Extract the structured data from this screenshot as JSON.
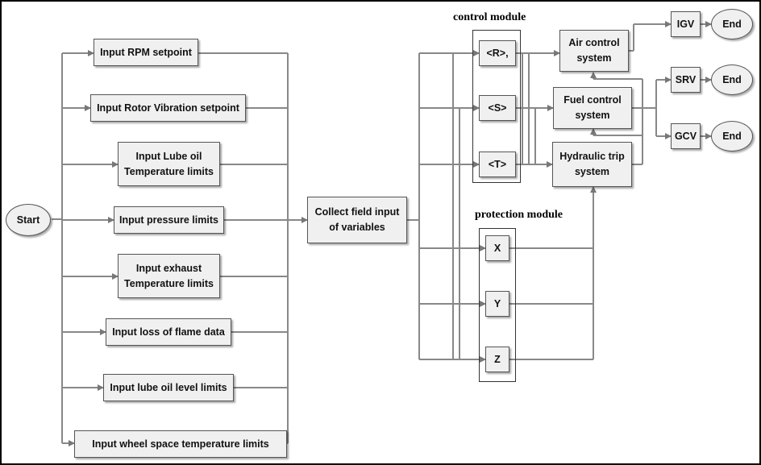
{
  "start": "Start",
  "inputs": [
    "Input RPM setpoint",
    "Input Rotor Vibration setpoint",
    "Input Lube oil\nTemperature limits",
    "Input pressure limits",
    "Input exhaust\nTemperature limits",
    "Input loss of flame data",
    "Input lube oil level limits",
    "Input wheel space temperature limits"
  ],
  "collect": "Collect field input\nof variables",
  "control_module": {
    "title": "control module",
    "items": [
      "<R>,",
      "<S>",
      "<T>"
    ]
  },
  "protection_module": {
    "title": "protection module",
    "items": [
      "X",
      "Y",
      "Z"
    ]
  },
  "systems": {
    "air": "Air control\nsystem",
    "fuel": "Fuel control\nsystem",
    "hydraulic": "Hydraulic trip\nsystem"
  },
  "outputs": {
    "igv": "IGV",
    "srv": "SRV",
    "gcv": "GCV"
  },
  "end": "End"
}
